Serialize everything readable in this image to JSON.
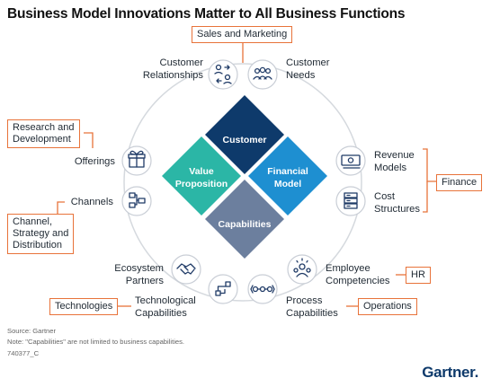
{
  "title": "Business Model Innovations Matter to All Business Functions",
  "center": {
    "customer": "Customer",
    "value_proposition": [
      "Value",
      "Proposition"
    ],
    "financial_model": [
      "Financial",
      "Model"
    ],
    "capabilities": "Capabilities"
  },
  "nodes": {
    "customer_relationships": [
      "Customer",
      "Relationships"
    ],
    "customer_needs": [
      "Customer",
      "Needs"
    ],
    "offerings": "Offerings",
    "revenue_models": [
      "Revenue",
      "Models"
    ],
    "channels": "Channels",
    "cost_structures": [
      "Cost",
      "Structures"
    ],
    "ecosystem_partners": [
      "Ecosystem",
      "Partners"
    ],
    "employee_competencies": [
      "Employee",
      "Competencies"
    ],
    "technological_capabilities": [
      "Technological",
      "Capabilities"
    ],
    "process_capabilities": [
      "Process",
      "Capabilities"
    ]
  },
  "functions": {
    "sales_marketing": "Sales and Marketing",
    "research_development": [
      "Research and",
      "Development"
    ],
    "finance": "Finance",
    "channel_strategy": [
      "Channel,",
      "Strategy and",
      "Distribution"
    ],
    "hr": "HR",
    "technologies": "Technologies",
    "operations": "Operations"
  },
  "footer": {
    "source": "Source: Gartner",
    "note": "Note: \"Capabilities\" are not limited to business capabilities.",
    "id": "740377_C"
  },
  "brand": "Gartner",
  "colors": {
    "customer": "#0e3a6b",
    "value_proposition": "#2bb6a6",
    "financial_model": "#1e8fd1",
    "capabilities": "#6c7f9e",
    "accent": "#e8733a",
    "icon": "#1f3a66",
    "ring": "#d5d9de"
  }
}
